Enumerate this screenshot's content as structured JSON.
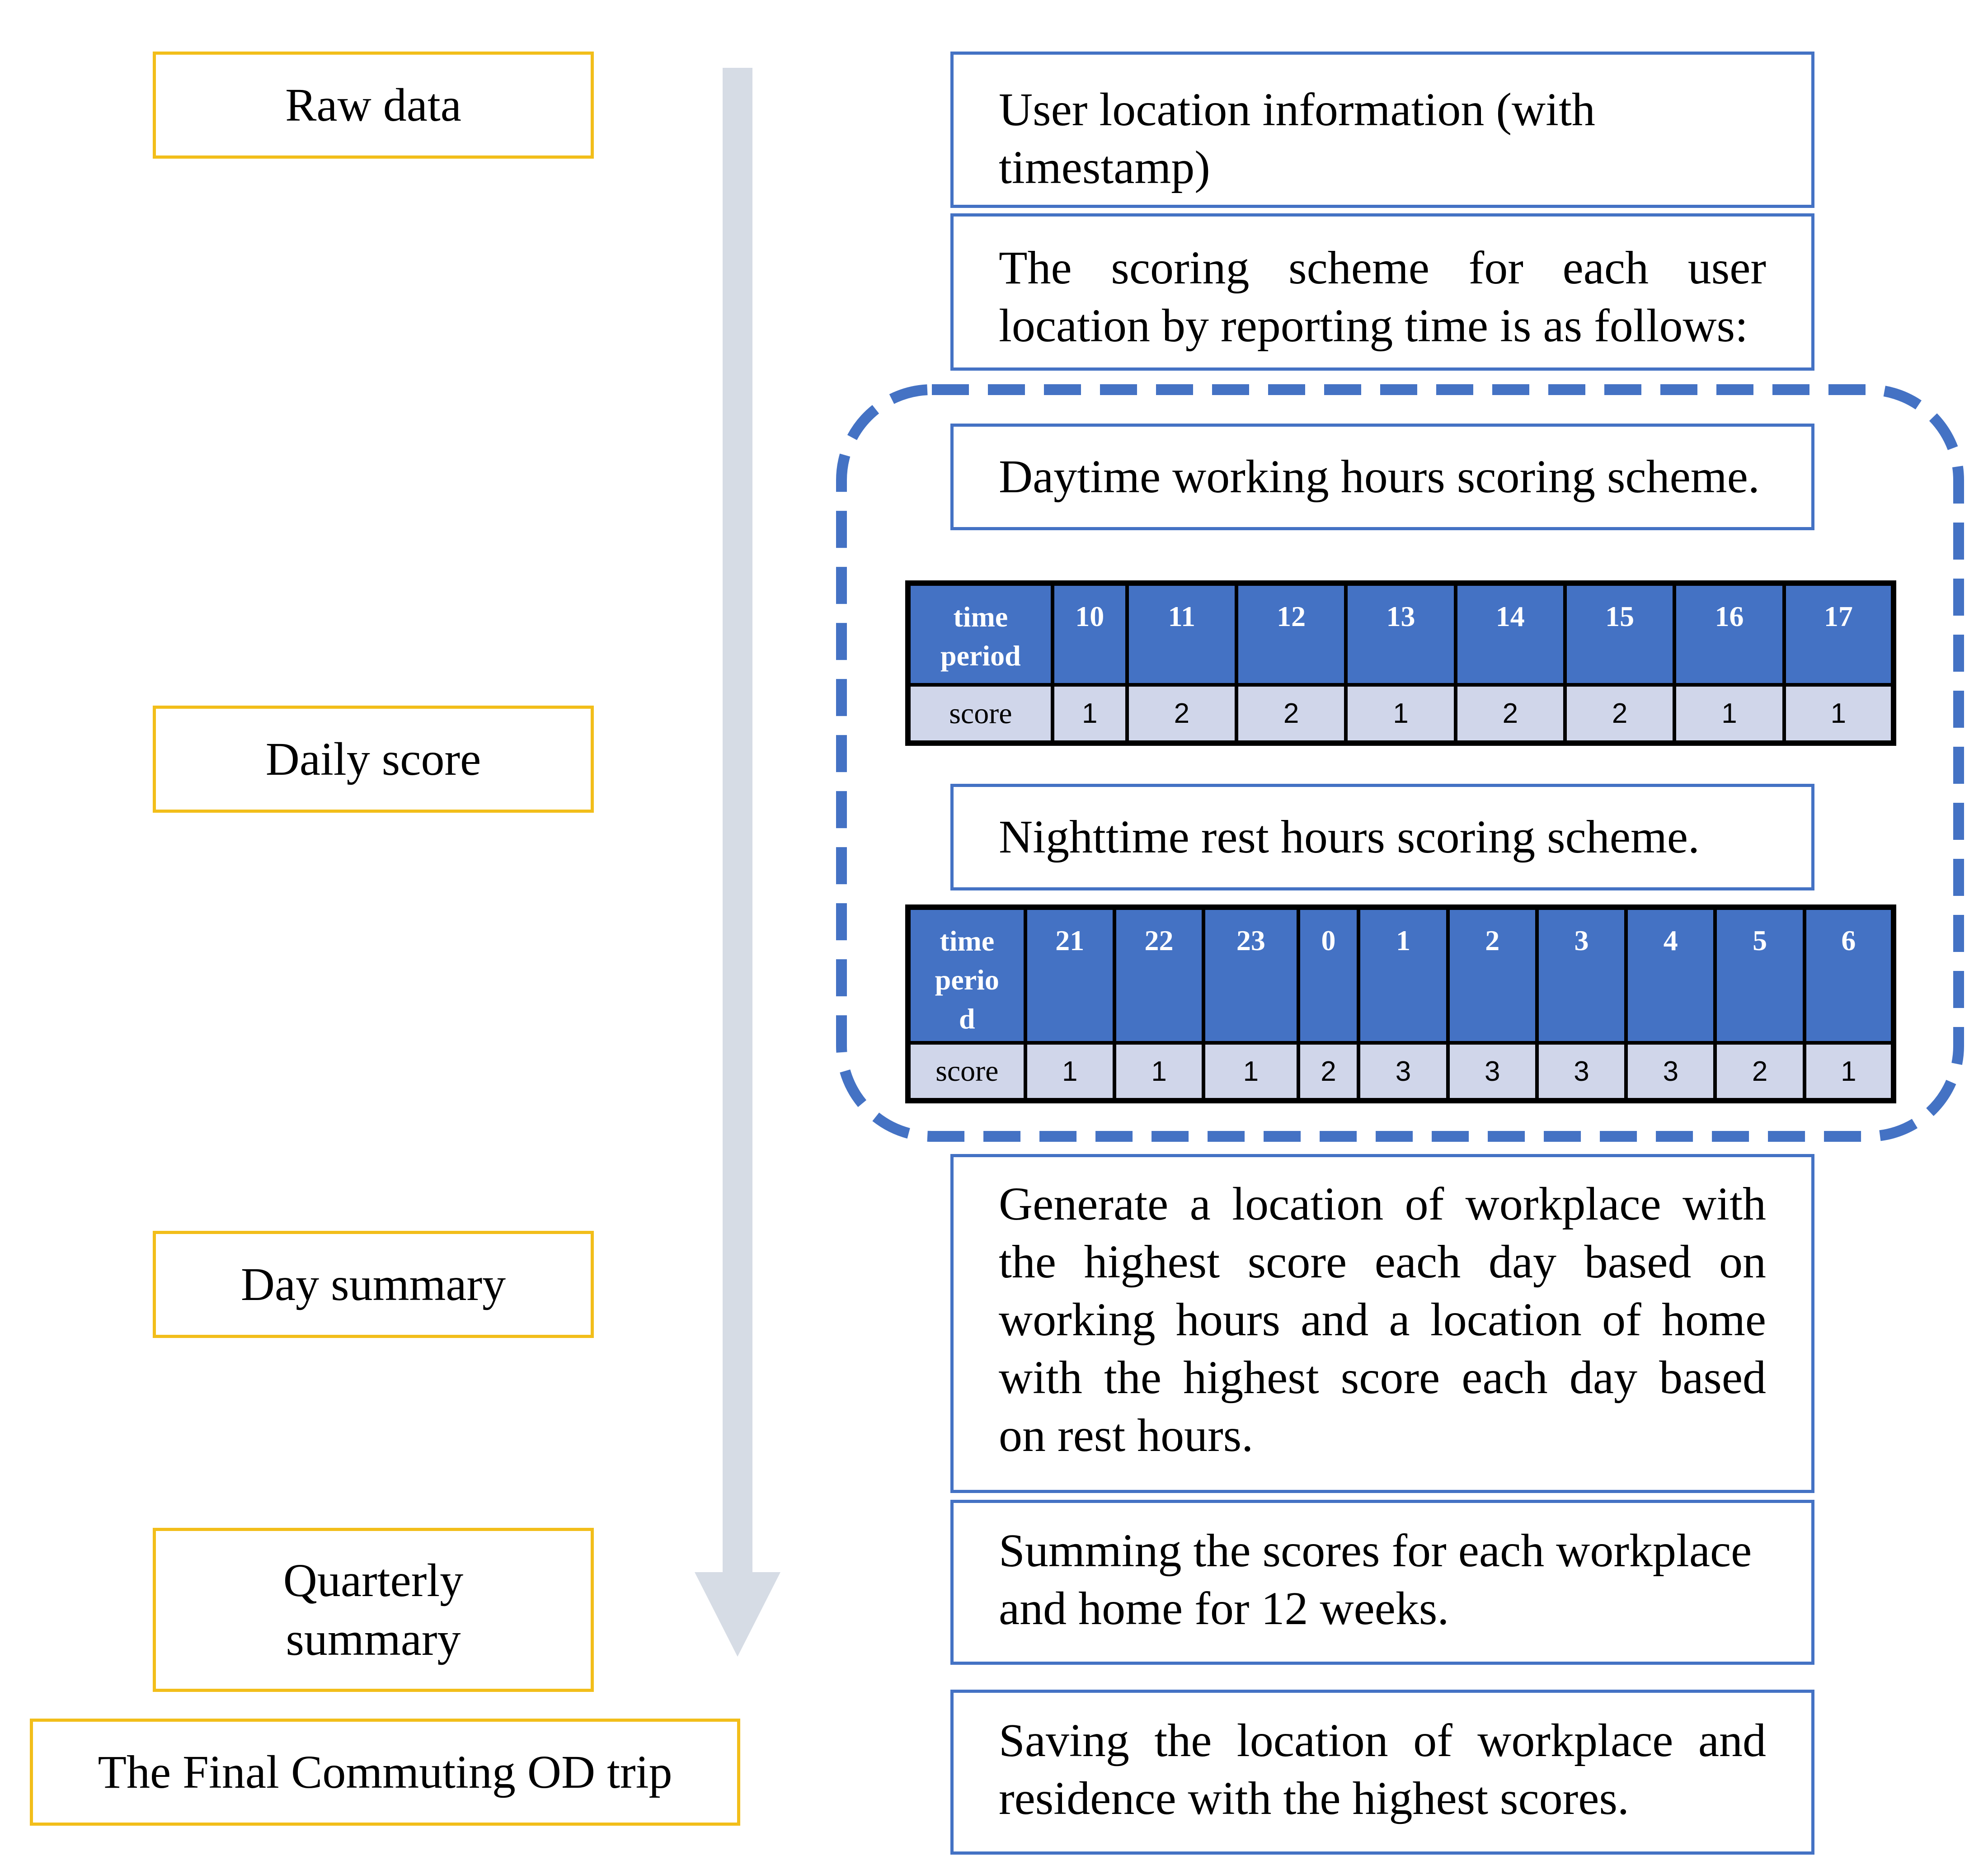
{
  "stages": [
    {
      "id": "raw-data",
      "label": "Raw data"
    },
    {
      "id": "daily-score",
      "label": "Daily score"
    },
    {
      "id": "day-summary",
      "label": "Day summary"
    },
    {
      "id": "quarterly-summary",
      "label": [
        "Quarterly",
        "summary"
      ]
    },
    {
      "id": "final",
      "label": "The Final Commuting OD trip"
    }
  ],
  "steps": {
    "location_info": [
      "User location information (with",
      "timestamp)"
    ],
    "scoring_intro": [
      "The scoring scheme for each user",
      "location by reporting time is as follows:"
    ],
    "daytime_title": "Daytime working hours scoring scheme.",
    "nighttime_title": "Nighttime rest hours scoring scheme.",
    "generate": [
      "Generate a location of workplace with",
      "the highest score each day based on",
      "working hours and a location of home",
      "with the highest score each day  based",
      "on rest hours."
    ],
    "summing": [
      "Summing the scores for each workplace",
      "and home for 12 weeks."
    ],
    "saving": [
      "Saving the location of workplace and",
      "residence with the highest scores."
    ]
  },
  "daytime_table": {
    "header_label": [
      "time",
      "period"
    ],
    "row_label": "score",
    "periods": [
      "10",
      "11",
      "12",
      "13",
      "14",
      "15",
      "16",
      "17"
    ],
    "scores": [
      "1",
      "2",
      "2",
      "1",
      "2",
      "2",
      "1",
      "1"
    ]
  },
  "nighttime_table": {
    "header_label": [
      "time",
      "perio",
      "d"
    ],
    "row_label": "score",
    "periods": [
      "21",
      "22",
      "23",
      "0",
      "1",
      "2",
      "3",
      "4",
      "5",
      "6"
    ],
    "scores": [
      "1",
      "1",
      "1",
      "2",
      "3",
      "3",
      "3",
      "3",
      "2",
      "1"
    ]
  },
  "colors": {
    "stage_border": "#F2BE1A",
    "box_border": "#4472C4",
    "header_fill": "#4472C4",
    "score_fill": "#D0D6EA",
    "arrow": "#D6DCE5"
  }
}
